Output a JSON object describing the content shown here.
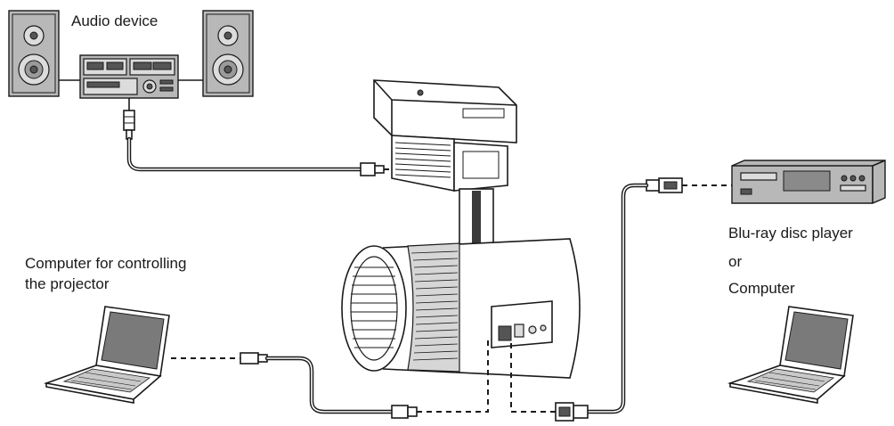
{
  "labels": {
    "audio_device": "Audio device",
    "computer_control_line1": "Computer for controlling",
    "computer_control_line2": "the projector",
    "bluray_line1": "Blu-ray disc player",
    "bluray_line2": "or",
    "bluray_line3": "Computer"
  },
  "icons": {
    "speaker_left": "speaker-icon",
    "audio_unit": "stereo-system-icon",
    "speaker_right": "speaker-icon",
    "projector": "projector-icon",
    "bluray_player": "bluray-player-icon",
    "laptop_left": "laptop-icon",
    "laptop_right": "laptop-icon"
  },
  "colors": {
    "line": "#1a1a1a",
    "device_gray": "#b8b8b8",
    "background": "#ffffff"
  }
}
